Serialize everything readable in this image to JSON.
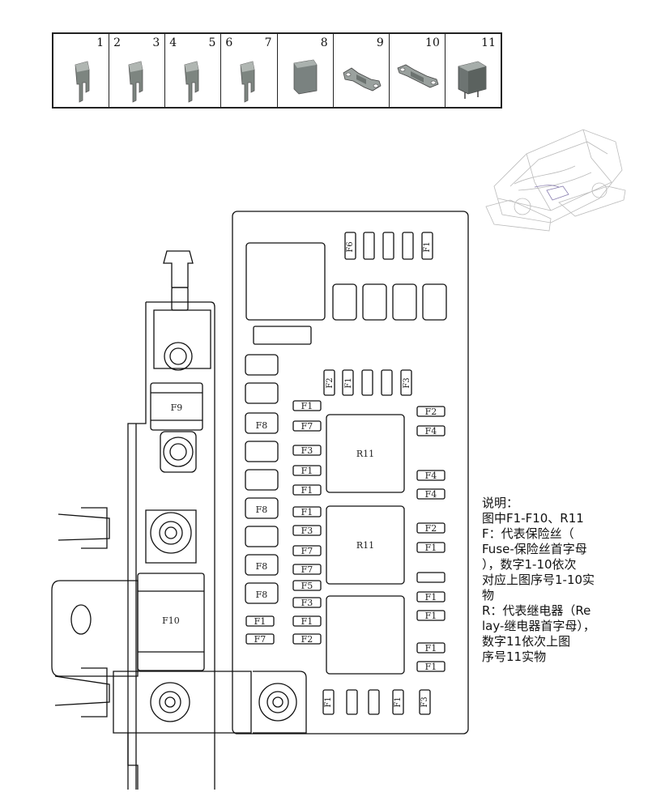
{
  "legend": {
    "cells": [
      {
        "left": "",
        "right": "1"
      },
      {
        "left": "2",
        "right": "3"
      },
      {
        "left": "4",
        "right": "5"
      },
      {
        "left": "6",
        "right": "7"
      },
      {
        "left": "",
        "right": "8"
      },
      {
        "left": "",
        "right": "9"
      },
      {
        "left": "",
        "right": "10"
      },
      {
        "left": "",
        "right": "11"
      }
    ]
  },
  "labels": {
    "F1": "F1",
    "F2": "F2",
    "F3": "F3",
    "F4": "F4",
    "F5": "F5",
    "F6": "F6",
    "F7": "F7",
    "F8": "F8",
    "F9": "F9",
    "F10": "F10",
    "R11": "R11"
  },
  "notes": {
    "lines": [
      "说明：",
      "图中F1-F10、R11",
      "F：代表保险丝（",
      "Fuse-保险丝首字母",
      "），数字1-10依次",
      "对应上图序号1-10实",
      "物",
      "R：代表继电器（Re",
      "lay-继电器首字母），",
      "数字11依次上图",
      "序号11实物"
    ]
  }
}
